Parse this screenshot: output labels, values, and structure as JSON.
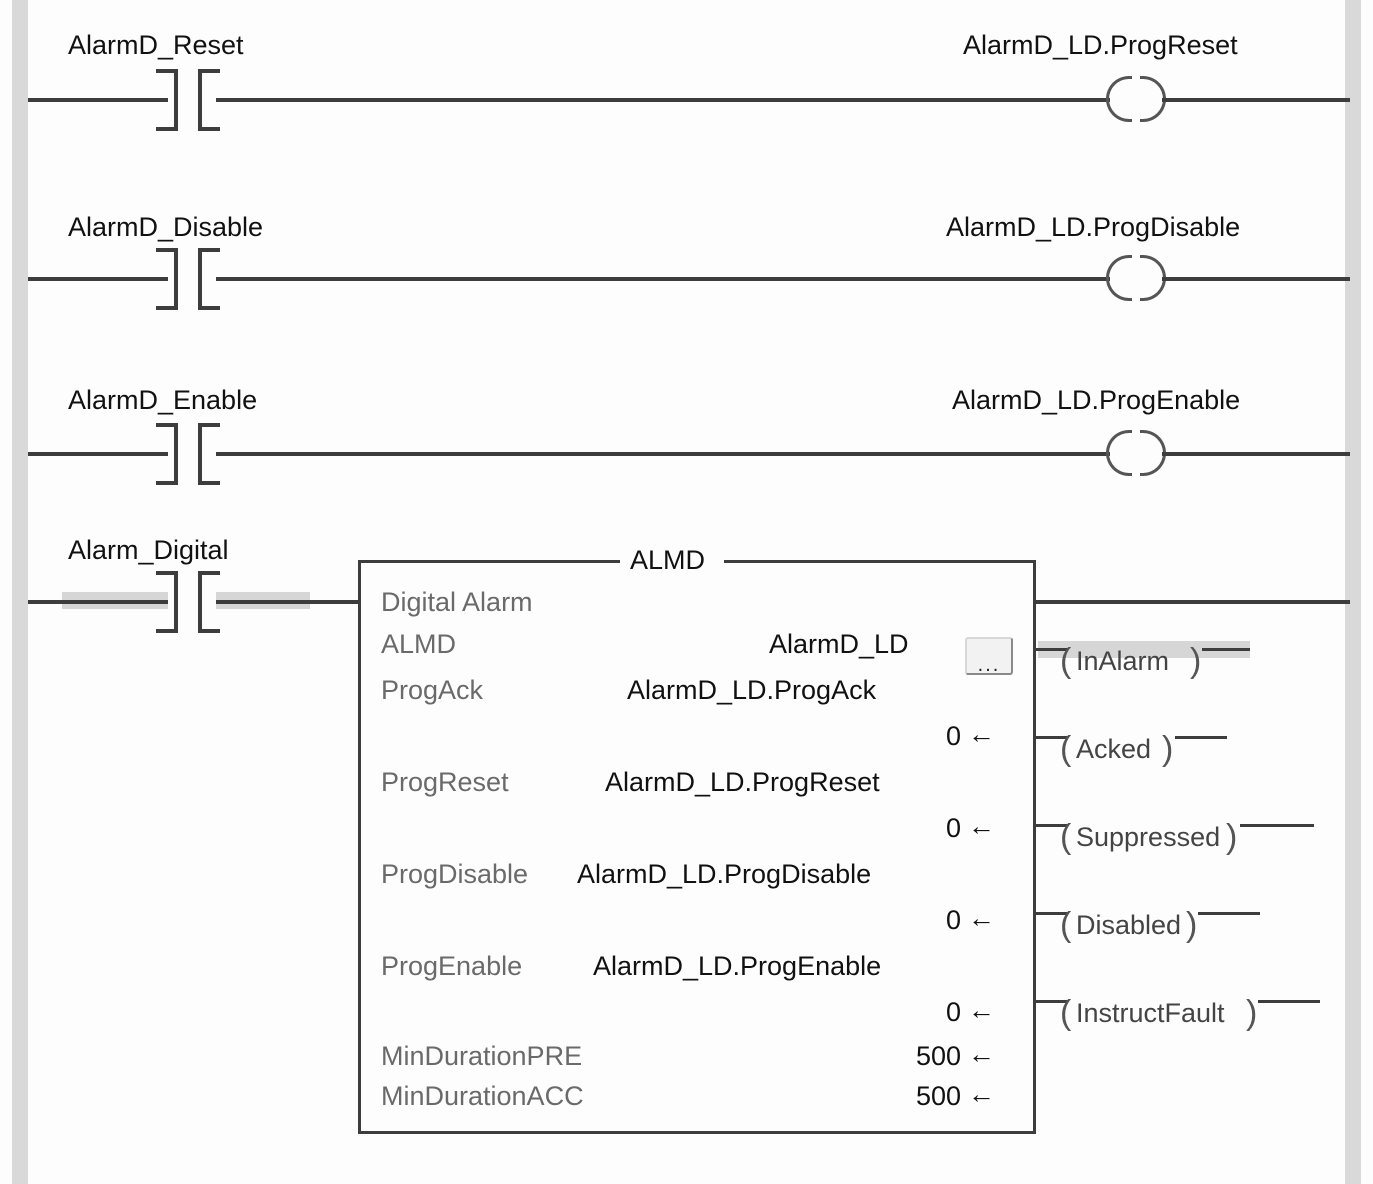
{
  "editor": {
    "kind": "ladder-logic-routine",
    "background_color": "#fdfdfd",
    "rail_color": "#d9d9d9",
    "wire_color": "#3d3d3d",
    "highlight_color": "#d6d6d6"
  },
  "rungs": [
    {
      "index": 0,
      "input": {
        "tag": "AlarmD_Reset",
        "type": "XIC"
      },
      "output": {
        "tag": "AlarmD_LD.ProgReset",
        "type": "OTE"
      },
      "energized": false
    },
    {
      "index": 1,
      "input": {
        "tag": "AlarmD_Disable",
        "type": "XIC"
      },
      "output": {
        "tag": "AlarmD_LD.ProgDisable",
        "type": "OTE"
      },
      "energized": false
    },
    {
      "index": 2,
      "input": {
        "tag": "AlarmD_Enable",
        "type": "XIC"
      },
      "output": {
        "tag": "AlarmD_LD.ProgEnable",
        "type": "OTE"
      },
      "energized": false
    },
    {
      "index": 3,
      "input": {
        "tag": "Alarm_Digital",
        "type": "XIC"
      },
      "energized": true,
      "instruction_ref": "almd"
    }
  ],
  "almd": {
    "mnemonic": "ALMD",
    "description": "Digital Alarm",
    "browse_button": "...",
    "rows": [
      {
        "param": "Digital Alarm",
        "operand": "",
        "value": "",
        "arrow": ""
      },
      {
        "param": "ALMD",
        "operand": "AlarmD_LD",
        "value": "",
        "arrow": "",
        "has_browse": true
      },
      {
        "param": "ProgAck",
        "operand": "AlarmD_LD.ProgAck",
        "value": "",
        "arrow": ""
      },
      {
        "param": "",
        "operand": "",
        "value": "0",
        "arrow": "←"
      },
      {
        "param": "ProgReset",
        "operand": "AlarmD_LD.ProgReset",
        "value": "",
        "arrow": ""
      },
      {
        "param": "",
        "operand": "",
        "value": "0",
        "arrow": "←"
      },
      {
        "param": "ProgDisable",
        "operand": "AlarmD_LD.ProgDisable",
        "value": "",
        "arrow": ""
      },
      {
        "param": "",
        "operand": "",
        "value": "0",
        "arrow": "←"
      },
      {
        "param": "ProgEnable",
        "operand": "AlarmD_LD.ProgEnable",
        "value": "",
        "arrow": ""
      },
      {
        "param": "",
        "operand": "",
        "value": "0",
        "arrow": "←"
      },
      {
        "param": "MinDurationPRE",
        "operand": "",
        "value": "500",
        "arrow": "←"
      },
      {
        "param": "MinDurationACC",
        "operand": "",
        "value": "500",
        "arrow": "←"
      }
    ],
    "outputs": [
      {
        "label": "InAlarm",
        "energized": true
      },
      {
        "label": "Acked",
        "energized": false
      },
      {
        "label": "Suppressed",
        "energized": false
      },
      {
        "label": "Disabled",
        "energized": false
      },
      {
        "label": "InstructFault",
        "energized": false
      }
    ]
  }
}
